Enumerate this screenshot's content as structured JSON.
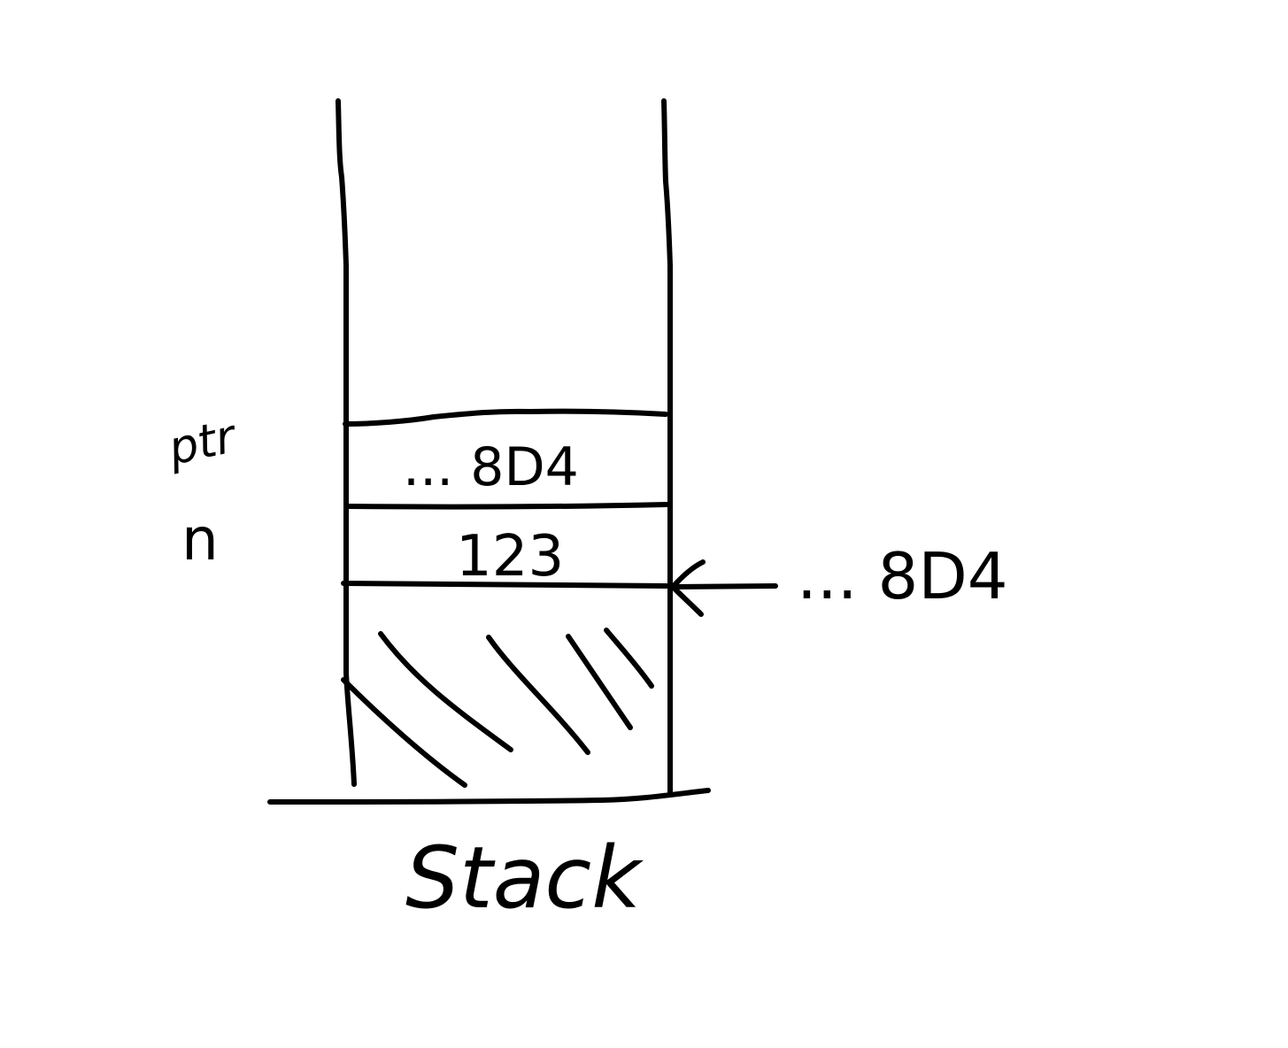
{
  "diagram": {
    "caption": "Stack",
    "cells": [
      {
        "name": "ptr",
        "value": "... 8D4"
      },
      {
        "name": "n",
        "value": "123"
      }
    ],
    "pointer_address": "... 8D4",
    "colors": {
      "ink": "#000000",
      "background": "#ffffff"
    }
  }
}
